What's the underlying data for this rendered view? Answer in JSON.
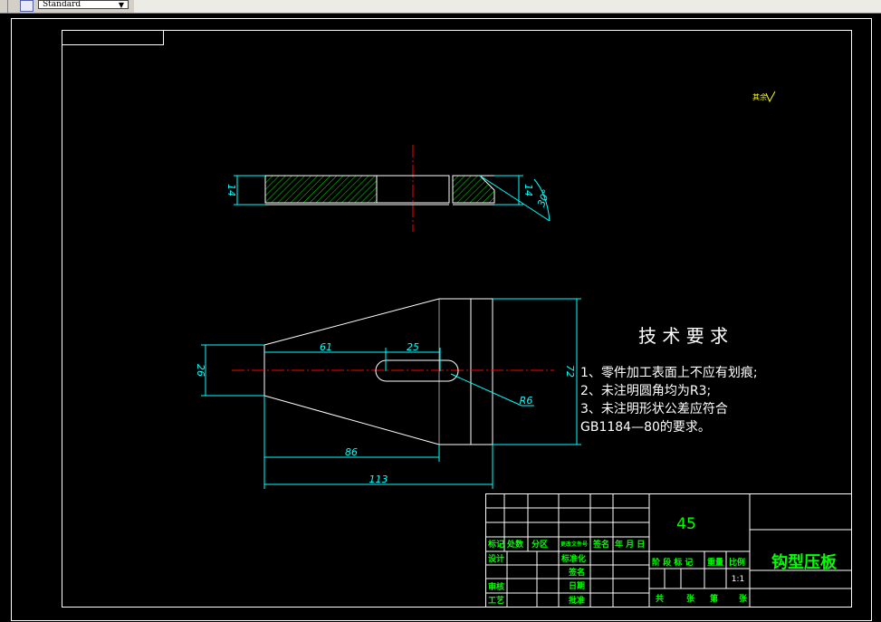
{
  "toolbar": {
    "style_select_value": "Standard",
    "style_icon": "dimension-style-icon",
    "dropdown_icon": "chevron-down-icon"
  },
  "colors": {
    "background": "#000000",
    "frame": "#ffffff",
    "dimension": "#00ffff",
    "centerline": "#ff0000",
    "hatch": "#00ff00",
    "title_block": "#00ff00",
    "marker": "#ffff00"
  },
  "roughness_mark": {
    "text": "其余"
  },
  "dimensions": {
    "thickness_left": "14",
    "thickness_right": "14",
    "angle": "30°",
    "len_61": "61",
    "len_25": "25",
    "height_26": "26",
    "radius": "R6",
    "height_72": "72",
    "len_86": "86",
    "len_113": "113"
  },
  "tech_requirements": {
    "title": "技 术 要 求",
    "line1": "1、零件加工表面上不应有划痕;",
    "line2": "2、未注明圆角均为R3;",
    "line3": "3、未注明形状公差应符合",
    "line4": "GB1184—80的要求。"
  },
  "title_block": {
    "material": "45",
    "part_name": "钩型压板",
    "scale": "1:1",
    "labels": {
      "mark": "标记",
      "count": "处数",
      "zone": "分区",
      "doc_no": "更改文件号",
      "sign": "签名",
      "date": "年 月 日",
      "design": "设计",
      "standardize": "标准化",
      "check": "审核",
      "process": "工艺",
      "approve": "批准",
      "stage_mark": "阶 段 标 记",
      "weight": "重量",
      "scale_label": "比例",
      "total": "共",
      "sheets": "张",
      "page": "第",
      "sheet_of": "张",
      "sign_short": "签名",
      "date_short": "日期"
    }
  }
}
